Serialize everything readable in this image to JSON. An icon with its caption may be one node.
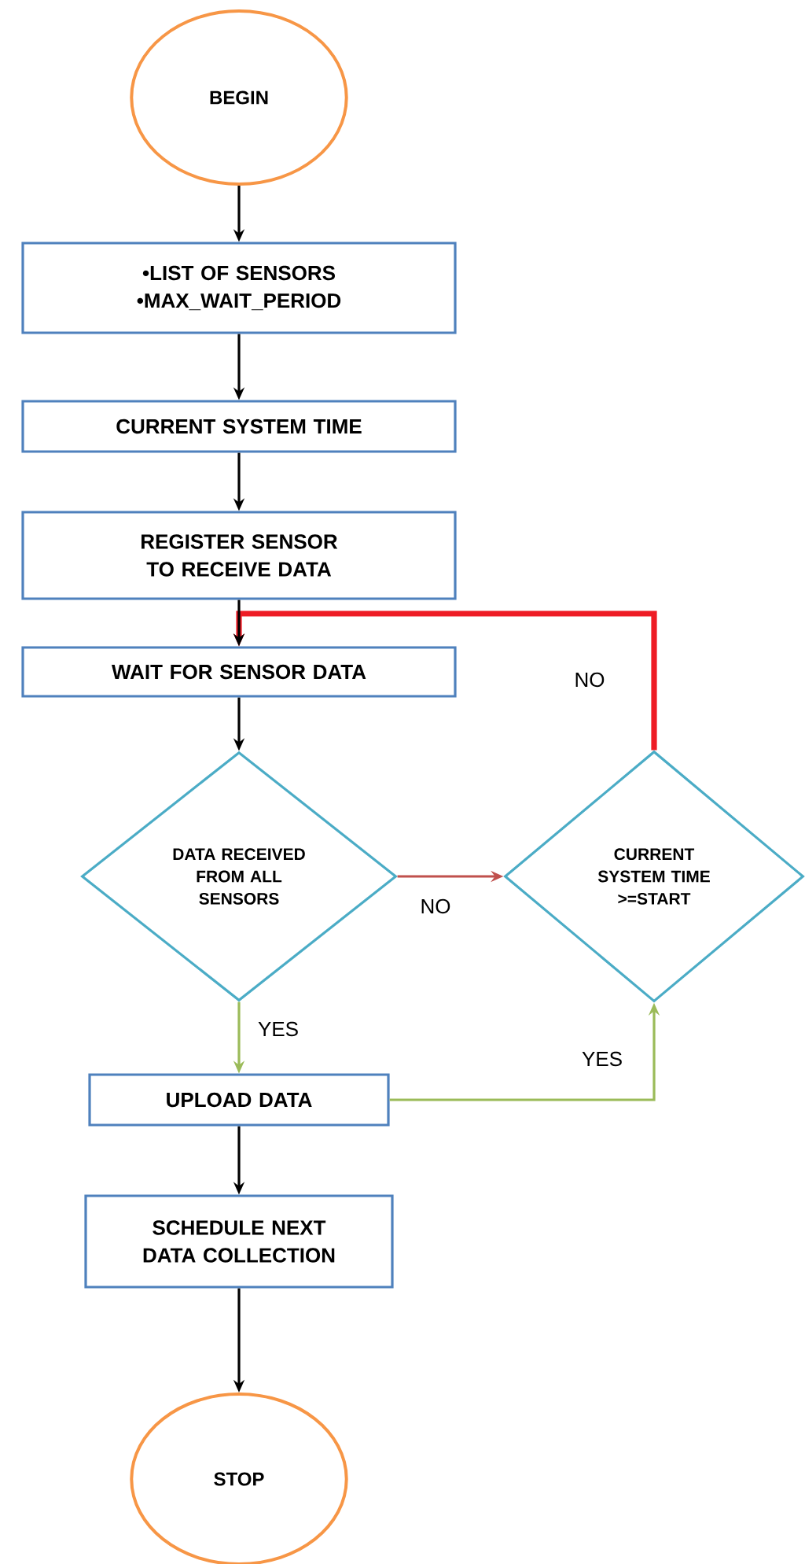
{
  "diagram": {
    "nodes": [
      {
        "text": [
          "BEGIN"
        ]
      },
      {
        "text": [
          "•LIST OF SENSORS",
          "•MAX_WAIT_PERIOD"
        ]
      },
      {
        "text": [
          "CURRENT SYSTEM TIME"
        ]
      },
      {
        "text": [
          "REGISTER SENSOR TO RECEIVE DATA"
        ]
      },
      {
        "text": [
          "WAIT FOR SENSOR DATA"
        ]
      },
      {
        "text": [
          "DATA RECEIVED FROM ALL SENSORS"
        ]
      },
      {
        "text": [
          "CURRENT SYSTEM TIME >=START"
        ]
      },
      {
        "text": [
          "UPLOAD DATA"
        ]
      },
      {
        "text": [
          "SCHEDULE NEXT DATA COLLECTION"
        ]
      },
      {
        "text": [
          "STOP"
        ]
      }
    ],
    "edges": [
      {
        "from": 0,
        "to": 1,
        "arrow": "to"
      },
      {
        "from": 1,
        "to": 2,
        "arrow": "to"
      },
      {
        "from": 2,
        "to": 3,
        "arrow": "to"
      },
      {
        "from": 3,
        "to": 4,
        "arrow": "to"
      },
      {
        "from": 4,
        "to": 5,
        "arrow": "to"
      },
      {
        "from": 5,
        "to": 6,
        "arrow": "to",
        "label": "NO",
        "color": "#c0504d"
      },
      {
        "from": 6,
        "to": 4,
        "arrow": "to",
        "label": "NO",
        "style": "thick",
        "color": "#ee1c25"
      },
      {
        "from": 5,
        "to": 7,
        "arrow": "to",
        "label": "YES",
        "color": "#9bbb59"
      },
      {
        "from": 7,
        "to": 6,
        "arrow": "to",
        "label": "YES",
        "color": "#9bbb59"
      },
      {
        "from": 7,
        "to": 8,
        "arrow": "to"
      },
      {
        "from": 8,
        "to": 9,
        "arrow": "to"
      }
    ]
  }
}
